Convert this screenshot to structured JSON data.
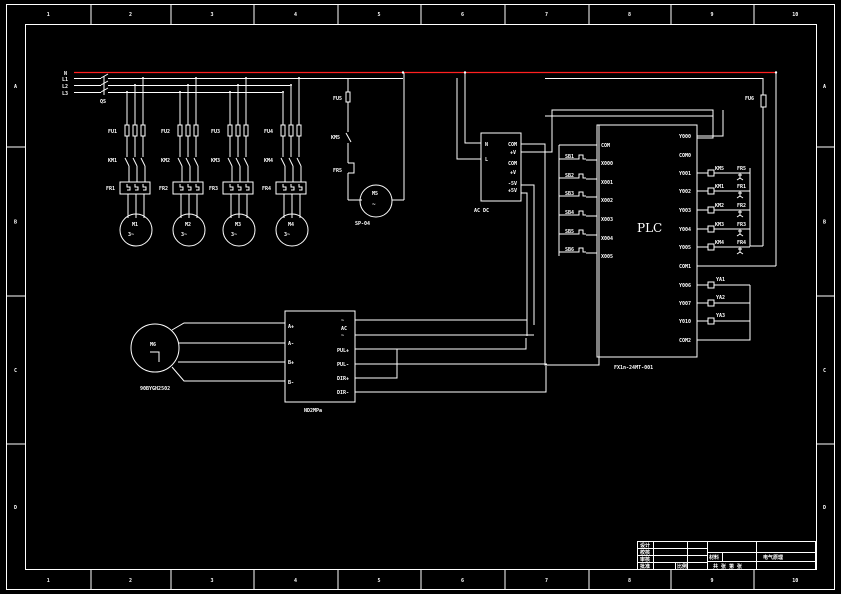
{
  "drawing": {
    "colors": {
      "background": "#000000",
      "line": "#ffffff",
      "neutral_line": "#ff2020"
    },
    "border": {
      "columns": [
        "1",
        "2",
        "3",
        "4",
        "5",
        "6",
        "7",
        "8",
        "9",
        "10"
      ],
      "rows": [
        "A",
        "B",
        "C",
        "D"
      ]
    },
    "bus": {
      "labels": [
        "N",
        "L1",
        "L2",
        "L3"
      ],
      "switch": "QS"
    },
    "motor_branches": [
      {
        "fuse": "FU1",
        "contactor": "KM1",
        "relay": "FR1",
        "motor": "M1",
        "motor_type": "3~"
      },
      {
        "fuse": "FU2",
        "contactor": "KM2",
        "relay": "FR2",
        "motor": "M2",
        "motor_type": "3~"
      },
      {
        "fuse": "FU3",
        "contactor": "KM3",
        "relay": "FR3",
        "motor": "M3",
        "motor_type": "3~"
      },
      {
        "fuse": "FU4",
        "contactor": "KM4",
        "relay": "FR4",
        "motor": "M4",
        "motor_type": "3~"
      }
    ],
    "pump_branch": {
      "fuse": "FU5",
      "contactor": "KM5",
      "relay": "FR5",
      "motor": "M5",
      "motor_symbol": "~",
      "model": "SP-04"
    },
    "fuse6": "FU6",
    "psu": {
      "inputs": [
        "N",
        "L"
      ],
      "outputs": [
        "COM",
        "+V",
        "COM",
        "+V",
        "-5V",
        "+5V"
      ],
      "label": "AC DC"
    },
    "plc": {
      "title": "PLC",
      "model": "FX1n-24MT-001",
      "inputs": [
        "COM",
        "X000",
        "X001",
        "X002",
        "X003",
        "X004",
        "X005"
      ],
      "buttons": [
        "SB1",
        "SB2",
        "SB3",
        "SB4",
        "SB5",
        "SB6"
      ],
      "outputs": [
        "Y000",
        "COM0",
        "Y001",
        "Y002",
        "Y003",
        "Y004",
        "Y005",
        "COM1",
        "Y006",
        "Y007",
        "Y010",
        "COM2"
      ],
      "output_coils": [
        {
          "coil": "KM5",
          "relay": "FR5"
        },
        {
          "coil": "KM1",
          "relay": "FR1"
        },
        {
          "coil": "KM2",
          "relay": "FR2"
        },
        {
          "coil": "KM3",
          "relay": "FR3"
        },
        {
          "coil": "KM4",
          "relay": "FR4"
        }
      ],
      "lamps": [
        "YA1",
        "YA2",
        "YA3"
      ]
    },
    "stepper": {
      "motor": "M6",
      "motor_model": "90BYGH2502",
      "driver_model": "ND2MPa",
      "driver_inputs": [
        "A+",
        "A-",
        "B+",
        "B-"
      ],
      "driver_outputs": [
        "~",
        "AC",
        "~",
        "PUL+",
        "PUL-",
        "DIR+",
        "DIR-"
      ]
    },
    "title_block": {
      "rows": [
        "设计",
        "校核",
        "审核",
        "批准"
      ],
      "scale_label": "比例",
      "material_label": "材料",
      "drawing_name": "电气原理",
      "extra": "共 张 第 张"
    }
  }
}
